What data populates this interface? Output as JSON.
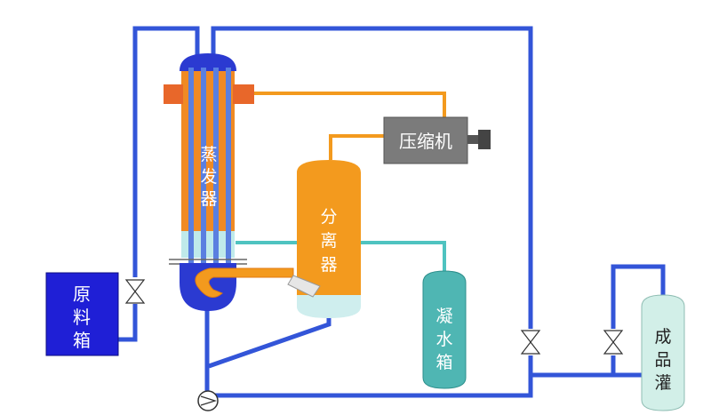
{
  "labels": {
    "evaporator": [
      "蒸",
      "发",
      "器"
    ],
    "separator": [
      "分",
      "离",
      "器"
    ],
    "compressor": "压缩机",
    "raw_tank": [
      "原",
      "料",
      "箱"
    ],
    "condensate_tank": [
      "凝",
      "水",
      "箱"
    ],
    "product_tank": [
      "成",
      "品",
      "灌"
    ]
  },
  "colors": {
    "pipe_blue": "#3355d8",
    "pipe_orange": "#f39a1e",
    "pipe_cyan": "#4fc3c0",
    "tank_blue": "#1f1fd6",
    "evaporator_head": "#2b3ad1",
    "evaporator_body": "#f08a24",
    "tube_blue": "#5a7fe0",
    "compressor": "#7b7b7b",
    "separator_body": "#f39a1e",
    "separator_bottom": "#cfeeee",
    "condensate_tank": "#4fb6b3",
    "product_tank": "#d2efe8",
    "flange": "#e8672a"
  },
  "icons": {
    "valves": [
      "valve-icon",
      "valve-icon",
      "valve-icon"
    ],
    "pump": "pump-icon"
  }
}
